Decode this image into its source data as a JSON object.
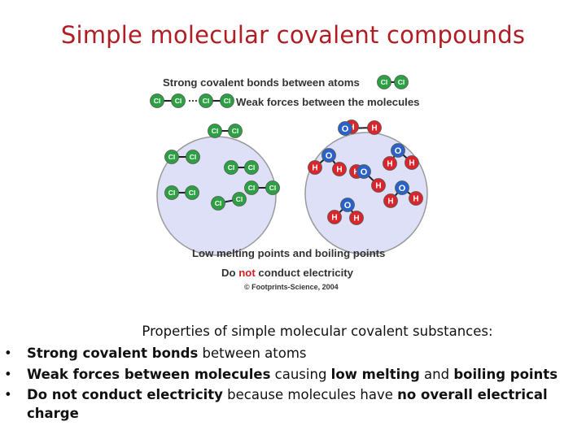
{
  "title": "Simple molecular covalent compounds",
  "diagram": {
    "legend_strong": "Strong covalent bonds between atoms",
    "legend_weak": "Weak forces between the molecules",
    "bottom_line1": "Low melting points and boiling points",
    "bottom_line2_pre": "Do ",
    "bottom_line2_not": "not",
    "bottom_line2_post": " conduct electricity",
    "copyright": "© Footprints-Science, 2004",
    "chlorine_symbol": "Cl",
    "oxygen_symbol": "O",
    "hydrogen_symbol": "H",
    "colors": {
      "chlorine": "#2ea044",
      "oxygen": "#2a62c8",
      "hydrogen": "#d8262c",
      "circle_fill": "#dde0f6",
      "not_red": "#d21f26"
    }
  },
  "properties": {
    "heading": "Properties of simple molecular covalent substances:",
    "bullet_symbol": "•",
    "items": [
      {
        "segments": [
          {
            "text": "Strong covalent bonds",
            "bold": true
          },
          {
            "text": " between atoms",
            "bold": false
          }
        ]
      },
      {
        "segments": [
          {
            "text": "Weak forces between molecules",
            "bold": true
          },
          {
            "text": " causing ",
            "bold": false
          },
          {
            "text": "low melting",
            "bold": true
          },
          {
            "text": " and ",
            "bold": false
          },
          {
            "text": "boiling points",
            "bold": true
          }
        ]
      },
      {
        "segments": [
          {
            "text": "Do not conduct electricity",
            "bold": true
          },
          {
            "text": " because molecules have ",
            "bold": false
          },
          {
            "text": "no overall electrical charge",
            "bold": true
          }
        ]
      }
    ]
  }
}
